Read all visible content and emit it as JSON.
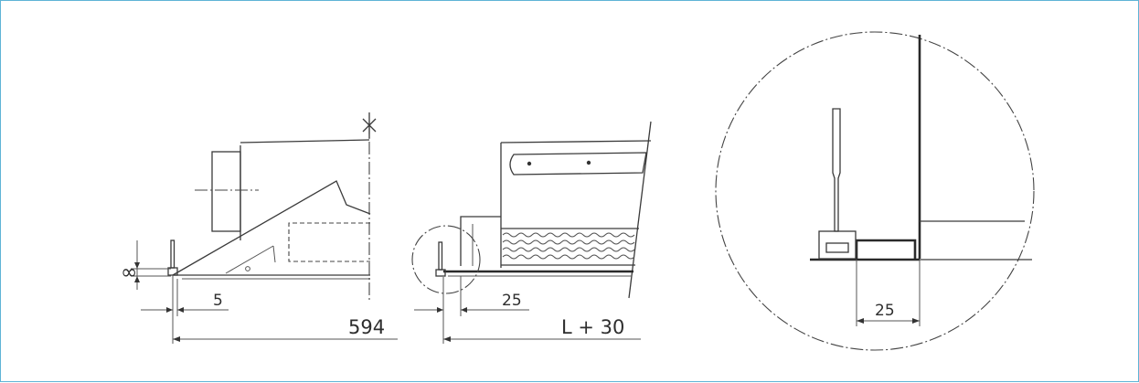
{
  "dimensions": {
    "gap_symbol": "∞",
    "offset_small": "5",
    "depth": "594",
    "offset_middle": "25",
    "length": "L + 30",
    "detail_offset": "25"
  },
  "colors": {
    "frame_border": "#5fb4d6",
    "line": "#3a3a3a",
    "background": "#ffffff"
  }
}
